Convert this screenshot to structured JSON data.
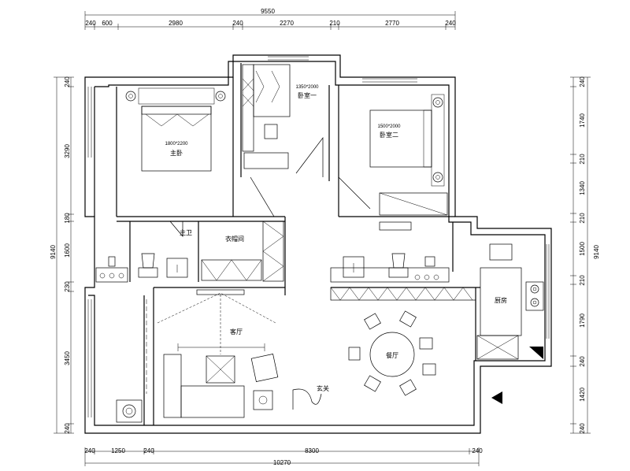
{
  "dimensions": {
    "top_total": "9550",
    "top_segments": [
      "240",
      "600",
      "2980",
      "240",
      "2270",
      "210",
      "2770",
      "240"
    ],
    "bottom_total": "10270",
    "bottom_segments": [
      "240",
      "1250",
      "240",
      "8300",
      "240"
    ],
    "left_total": "9140",
    "left_segments": [
      "240",
      "3290",
      "180",
      "1600",
      "230",
      "3450",
      "240"
    ],
    "right_total": "9140",
    "right_segments": [
      "240",
      "1740",
      "210",
      "1340",
      "210",
      "1500",
      "210",
      "1790",
      "240",
      "1420",
      "240"
    ]
  },
  "rooms": {
    "master_bedroom": "主卧",
    "bedroom_one": "卧室一",
    "bedroom_two": "卧室二",
    "master_bath": "主卫",
    "cloakroom": "衣帽间",
    "living_room": "客厅",
    "dining_room": "餐厅",
    "kitchen": "厨房",
    "entrance": "玄关"
  },
  "beds": {
    "master": "1800*2200",
    "bedroom_one": "1350*2000",
    "bedroom_two": "1500*2000"
  }
}
